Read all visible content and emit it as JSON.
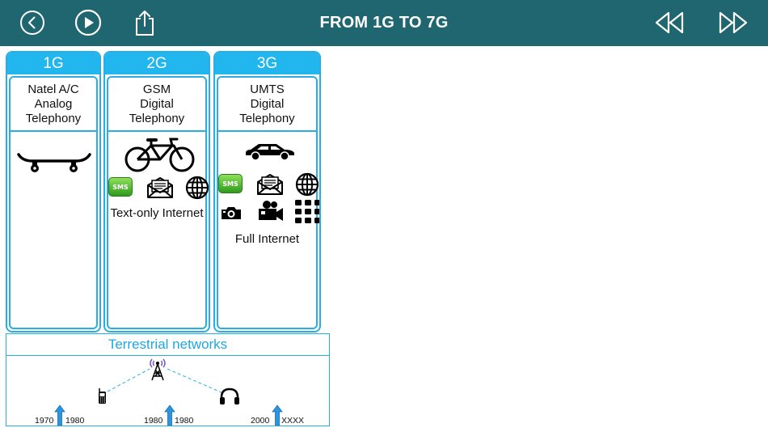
{
  "header": {
    "title": "FROM 1G TO 7G",
    "icons": [
      "back-circle-icon",
      "play-circle-icon",
      "share-icon",
      "rewind-icon",
      "fast-forward-icon"
    ]
  },
  "generations": [
    {
      "label": "1G",
      "lines": [
        "Natel A/C",
        "Analog",
        "Telephony"
      ],
      "vehicle_icon": "skateboard-icon",
      "feature_label": ""
    },
    {
      "label": "2G",
      "lines": [
        "GSM",
        "Digital",
        "Telephony"
      ],
      "vehicle_icon": "bicycle-icon",
      "feature_icons": [
        "sms-icon",
        "mail-icon",
        "globe-icon"
      ],
      "feature_label": "Text-only Internet"
    },
    {
      "label": "3G",
      "lines": [
        "UMTS",
        "Digital",
        "Telephony"
      ],
      "vehicle_icon": "car-icon",
      "feature_icons": [
        "sms-icon",
        "mail-icon",
        "globe-icon",
        "camera-icon",
        "video-camera-icon",
        "apps-grid-icon"
      ],
      "feature_label": "Full Internet"
    }
  ],
  "sms_badge": "SMS",
  "terrestrial": {
    "title": "Terrestrial networks",
    "icons": [
      "mobile-phone-icon",
      "antenna-tower-icon",
      "headphones-icon"
    ],
    "years": [
      {
        "left": "1970",
        "right": "1980"
      },
      {
        "left": "1980",
        "right": "1980"
      },
      {
        "left": "2000",
        "right": "XXXX"
      }
    ]
  },
  "colors": {
    "topbar": "#1f6670",
    "accent": "#22b6ee",
    "border": "#29aee3",
    "sms_green": "#4cbb2c"
  }
}
